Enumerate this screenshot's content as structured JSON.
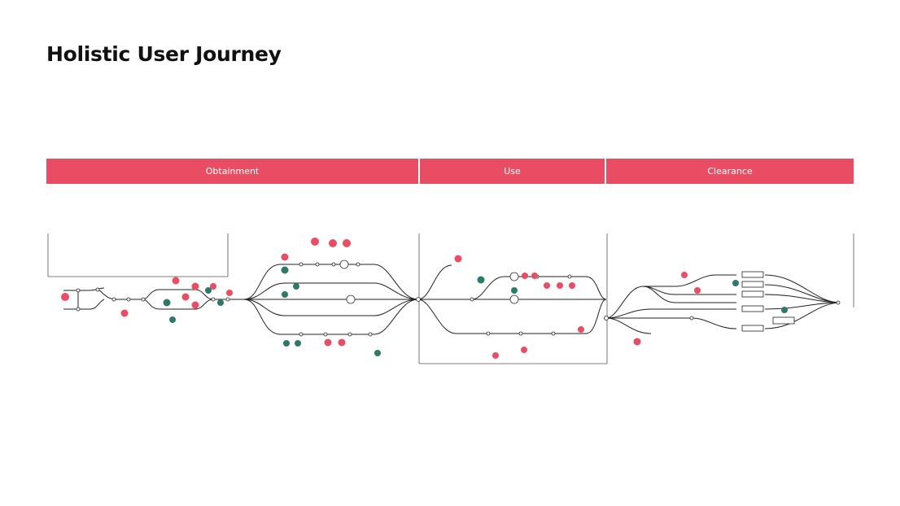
{
  "page": {
    "title": "Holistic User Journey"
  },
  "phases": [
    {
      "label": "Obtainment"
    },
    {
      "label": "Use"
    },
    {
      "label": "Clearance"
    }
  ],
  "colors": {
    "accent": "#e84d63",
    "teal": "#2e7a6a",
    "line": "#222222",
    "frame": "#555555"
  }
}
